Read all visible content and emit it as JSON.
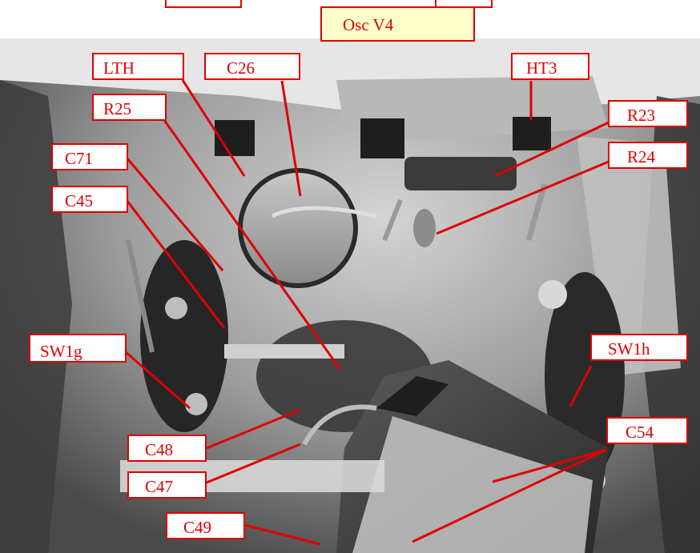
{
  "title_label": "Osc V4",
  "labels": {
    "lth": "LTH",
    "c26": "C26",
    "ht3": "HT3",
    "r25": "R25",
    "r23": "R23",
    "r24": "R24",
    "c71": "C71",
    "c45": "C45",
    "sw1g": "SW1g",
    "sw1h": "SW1h",
    "c54": "C54",
    "c48": "C48",
    "c47": "C47",
    "c49": "C49"
  },
  "colors": {
    "label_border": "#e00000",
    "label_text": "#e00000",
    "leader_line": "#e00000",
    "title_fill": "#ffffcc"
  }
}
